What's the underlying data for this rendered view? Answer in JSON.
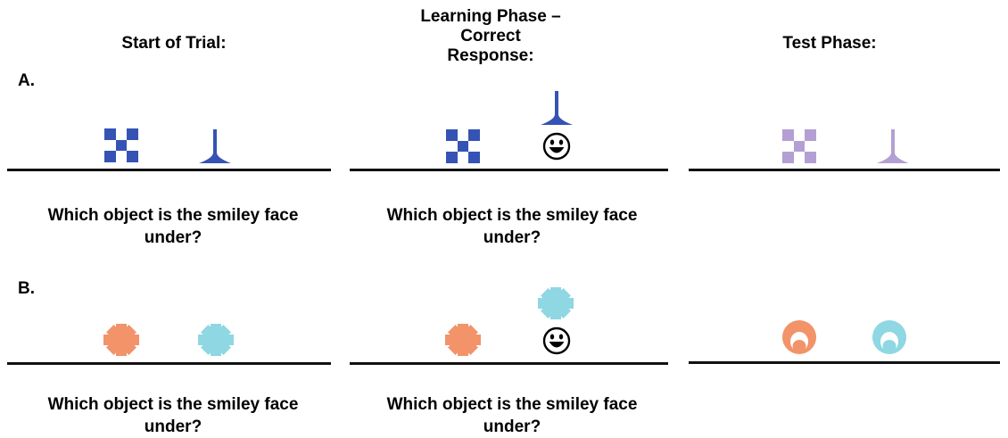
{
  "columns": [
    {
      "header": "Start of Trial:"
    },
    {
      "header": "Learning Phase – Correct Response:"
    },
    {
      "header": "Test Phase:"
    }
  ],
  "rows": [
    {
      "label": "A.",
      "question": "Which object is the smiley face under?"
    },
    {
      "label": "B.",
      "question": "Which object is the smiley face under?"
    }
  ],
  "colors": {
    "blue": "#3553b4",
    "lavender": "#b39fd3",
    "orange": "#f2936a",
    "cyan": "#8ed7e3"
  },
  "icons": [
    "checker-icon",
    "funnel-icon",
    "smiley-icon",
    "star-icon",
    "ring-icon"
  ]
}
